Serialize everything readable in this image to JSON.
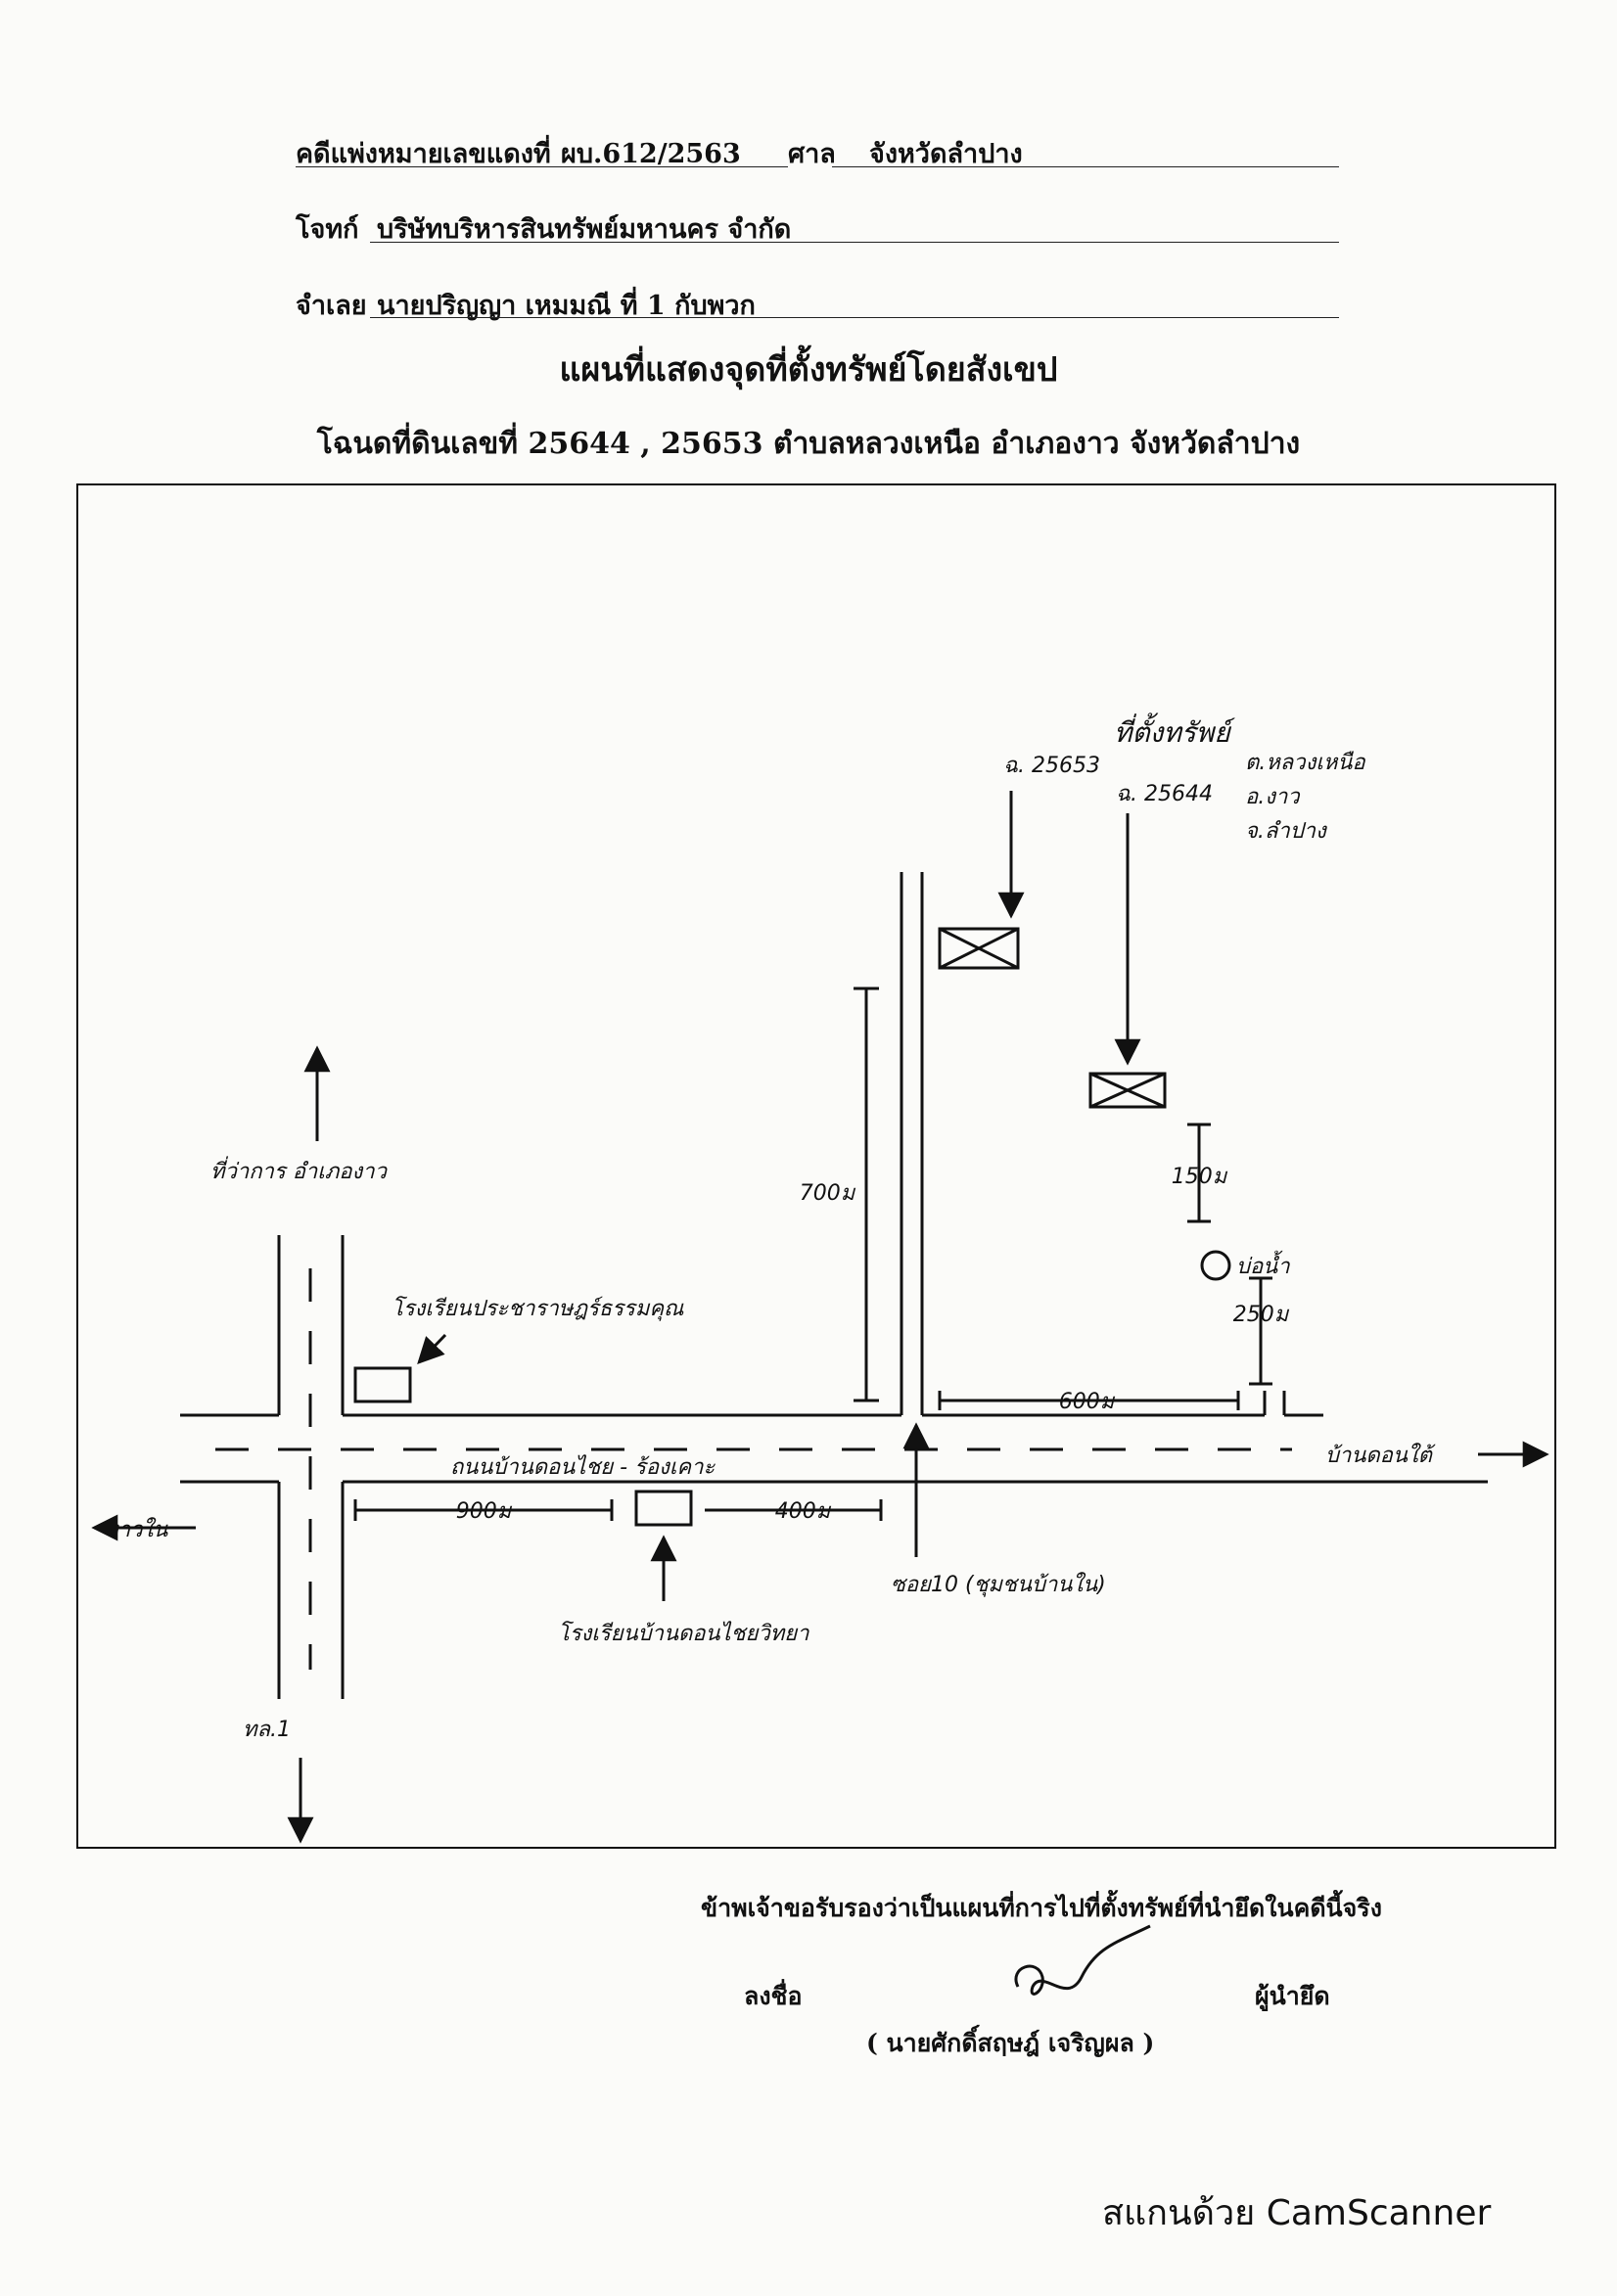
{
  "header": {
    "case_label": "คดีแพ่งหมายเลขแดงที่",
    "case_no": "ผบ.612/2563",
    "court_label": "ศาล",
    "court_name": "จังหวัดลำปาง",
    "plaintiff_label": "โจทก์",
    "plaintiff_name": "บริษัทบริหารสินทรัพย์มหานคร จำกัด",
    "defendant_label": "จำเลย",
    "defendant_name": "นายปริญญา เหมมณี ที่ 1 กับพวก"
  },
  "title": "แผนที่แสดงจุดที่ตั้งทรัพย์โดยสังเขป",
  "subtitle": "โฉนดที่ดินเลขที่ 25644 , 25653 ตำบลหลวงเหนือ อำเภองาว จังหวัดลำปาง",
  "map": {
    "property_heading": "ที่ตั้งทรัพย์",
    "deed_a": "ฉ. 25653",
    "deed_b": "ฉ. 25644",
    "location_1": "ต.หลวงเหนือ",
    "location_2": "อ.งาว",
    "location_3": "จ.ลำปาง",
    "dist_700": "700ม",
    "dist_150": "150ม",
    "dist_250": "250ม",
    "dist_600": "600ม",
    "dist_900": "900ม",
    "dist_400": "400ม",
    "pond": "บ่อน้ำ",
    "district_office": "ที่ว่าการ อำเภองาว",
    "school_1": "โรงเรียนประชาราษฎร์ธรรมคุณ",
    "school_2": "โรงเรียนบ้านดอนไชยวิทยา",
    "road_name": "ถนนบ้านดอนไชย - ร้องเคาะ",
    "soi": "ซอย10 (ชุมชนบ้านใน)",
    "village": "บ้านดอนใต้",
    "west": "งาวใน",
    "highway": "ทล.1"
  },
  "certification": "ข้าพเจ้าขอรับรองว่าเป็นแผนที่การไปที่ตั้งทรัพย์ที่นำยึดในคดีนี้จริง",
  "signature": {
    "sign_label": "ลงชื่อ",
    "role": "ผู้นำยึด",
    "name": "( นายศักดิ์สฤษฎ์ เจริญผล )"
  },
  "footer": "สแกนด้วย CamScanner"
}
